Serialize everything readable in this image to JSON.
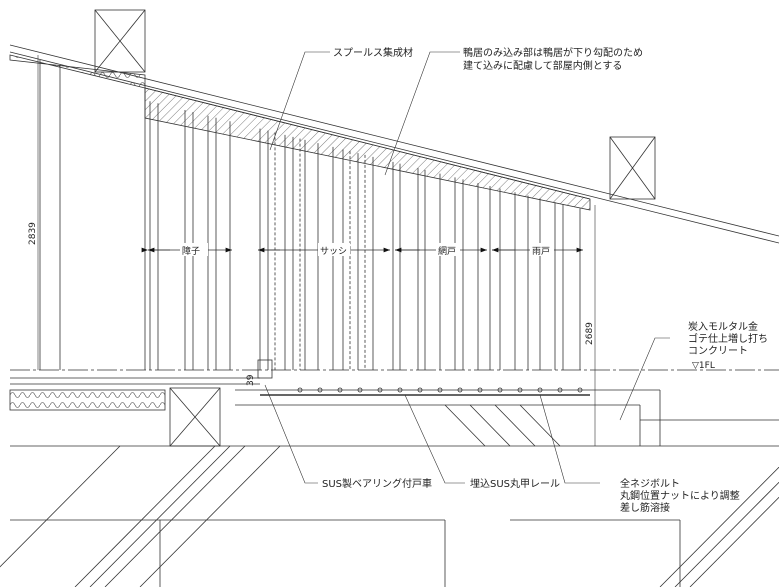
{
  "labels": {
    "spruce": "スプールス集成材",
    "kamoi_1": "鴨居のみ込み部は鴨居が下り勾配のため",
    "kamoi_2": "建て込みに配慮して部屋内側とする",
    "mortar_1": "炭入モルタル金",
    "mortar_2": "ゴテ仕上増し打ち",
    "mortar_3": "コンクリート",
    "fl": "▽1FL",
    "roller": "SUS製ベアリング付戸車",
    "rail": "埋込SUS丸甲レール",
    "bolt_1": "全ネジボルト",
    "bolt_2": "丸鋼位置ナットにより調整",
    "bolt_3": "差し筋溶接"
  },
  "dimensions": {
    "left_height": "2839",
    "right_height": "2689",
    "sill": "39"
  },
  "zones": [
    "障子",
    "サッシ",
    "網戸",
    "雨戸"
  ]
}
